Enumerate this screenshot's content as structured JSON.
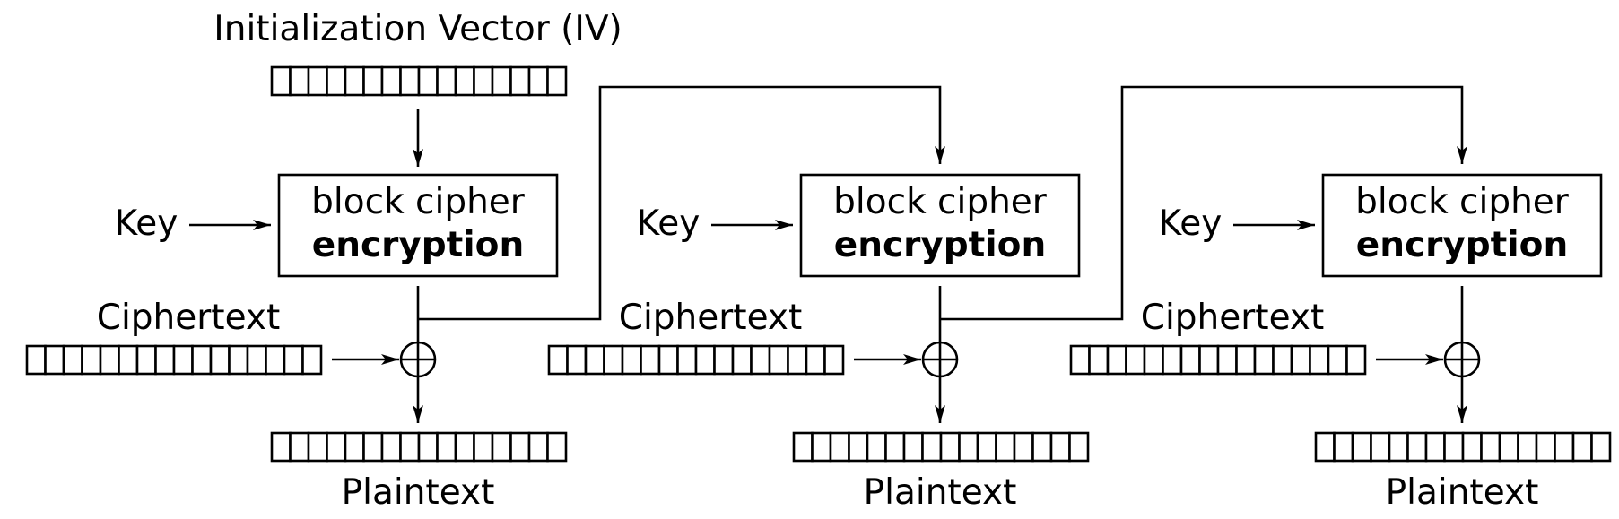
{
  "iv_label": "Initialization Vector (IV)",
  "block_size": 16,
  "stages": [
    {
      "key_label": "Key",
      "cipher_line1": "block cipher",
      "cipher_line2": "encryption",
      "ciphertext_label": "Ciphertext",
      "plaintext_label": "Plaintext"
    },
    {
      "key_label": "Key",
      "cipher_line1": "block cipher",
      "cipher_line2": "encryption",
      "ciphertext_label": "Ciphertext",
      "plaintext_label": "Plaintext"
    },
    {
      "key_label": "Key",
      "cipher_line1": "block cipher",
      "cipher_line2": "encryption",
      "ciphertext_label": "Ciphertext",
      "plaintext_label": "Plaintext"
    }
  ],
  "icons": {
    "xor": "xor-icon",
    "arrow": "arrowhead-icon"
  },
  "colors": {
    "stroke": "#000000",
    "background": "#ffffff"
  }
}
